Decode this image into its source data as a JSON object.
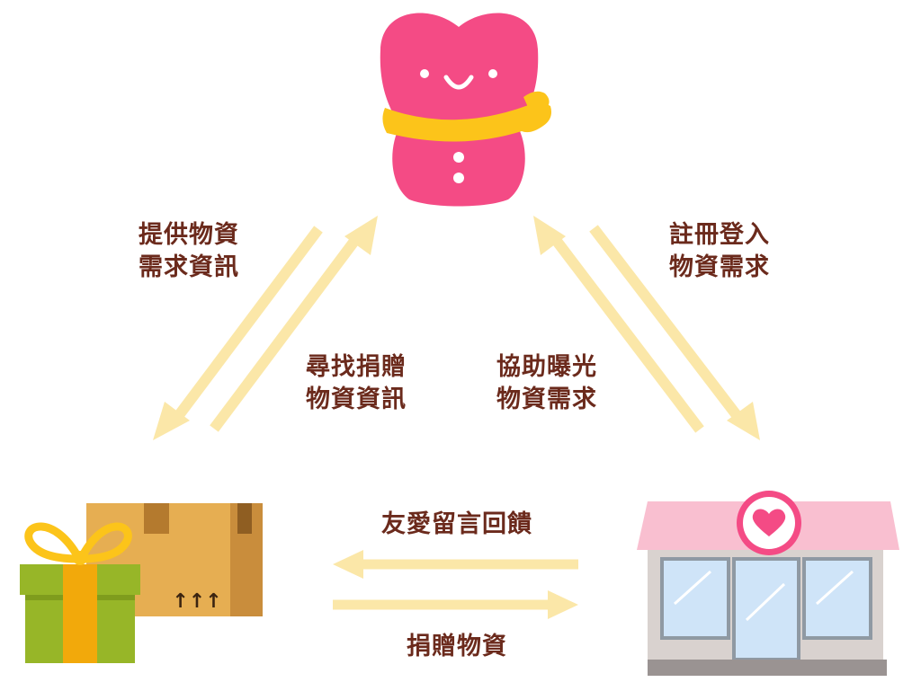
{
  "diagram": {
    "nodes": [
      {
        "id": "platform",
        "icon": "heart-mascot-icon"
      },
      {
        "id": "donor",
        "icon": "gift-and-box-icon"
      },
      {
        "id": "institution",
        "icon": "storefront-heart-icon"
      }
    ],
    "labels": {
      "left_outer": {
        "line1": "提供物資",
        "line2": "需求資訊"
      },
      "left_inner": {
        "line1": "尋找捐贈",
        "line2": "物資資訊"
      },
      "right_inner": {
        "line1": "協助曝光",
        "line2": "物資需求"
      },
      "right_outer": {
        "line1": "註冊登入",
        "line2": "物資需求"
      },
      "bottom_top": "友愛留言回饋",
      "bottom_bottom": "捐贈物資"
    },
    "box_mark": "↑↑↑"
  },
  "colors": {
    "arrow": "#fbe7a8",
    "text": "#6b2a1c",
    "mascot_pink": "#f44b85",
    "scarf_yellow": "#fcc41a",
    "box_tan": "#e6ae52",
    "gift_green": "#97b628",
    "ribbon_orange": "#f2a90b",
    "awning_pink": "#f9bfd0",
    "glass_blue": "#cfe4f8"
  }
}
